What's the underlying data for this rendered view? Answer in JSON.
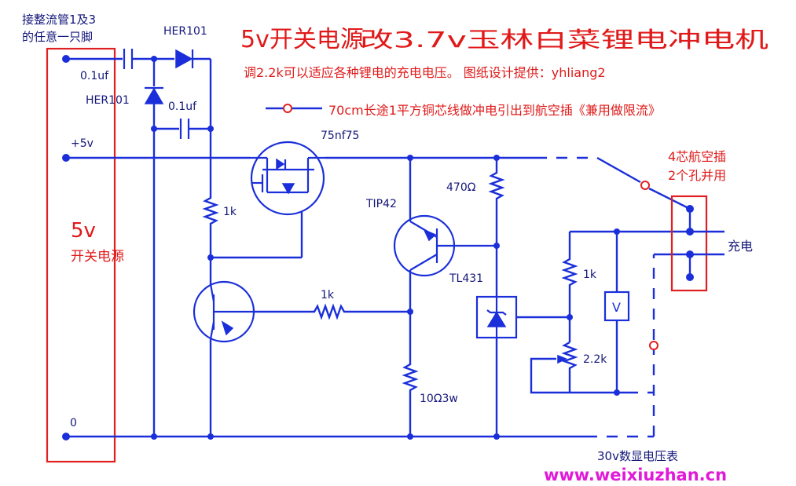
{
  "title": {
    "part1": "5v开关电源",
    "part2": "改3.7v玉林白菜锂电冲电机",
    "subtitle": "调2.2k可以适应各种锂电的充电电压。   图纸设计提供：yhliang2"
  },
  "legend_note": "70cm长途1平方铜芯线做冲电引出到航空插《兼用做限流》",
  "rectifier_note": {
    "line1": "接整流管1及3",
    "line2": "的任意一只脚"
  },
  "supply": {
    "big_label": "5v",
    "sub_label": "开关电源",
    "plus_label": "+5v",
    "zero_label": "0"
  },
  "components": {
    "her101_top": "HER101",
    "her101_left": "HER101",
    "cap1": "0.1uf",
    "cap2": "0.1uf",
    "mosfet": "75nf75",
    "r1k_top": "1k",
    "r1k_base": "1k",
    "tip42": "TIP42",
    "r470": "470Ω",
    "r10": "10Ω3w",
    "tl431": "TL431",
    "r1k_right": "1k",
    "pot": "2.2k",
    "voltmeter": "V"
  },
  "connector": {
    "line1": "4芯航空插",
    "line2": "2个孔并用",
    "charge_label": "充电"
  },
  "meter_label": "30v数显电压表",
  "watermark": "www.weixiuzhan.cn"
}
